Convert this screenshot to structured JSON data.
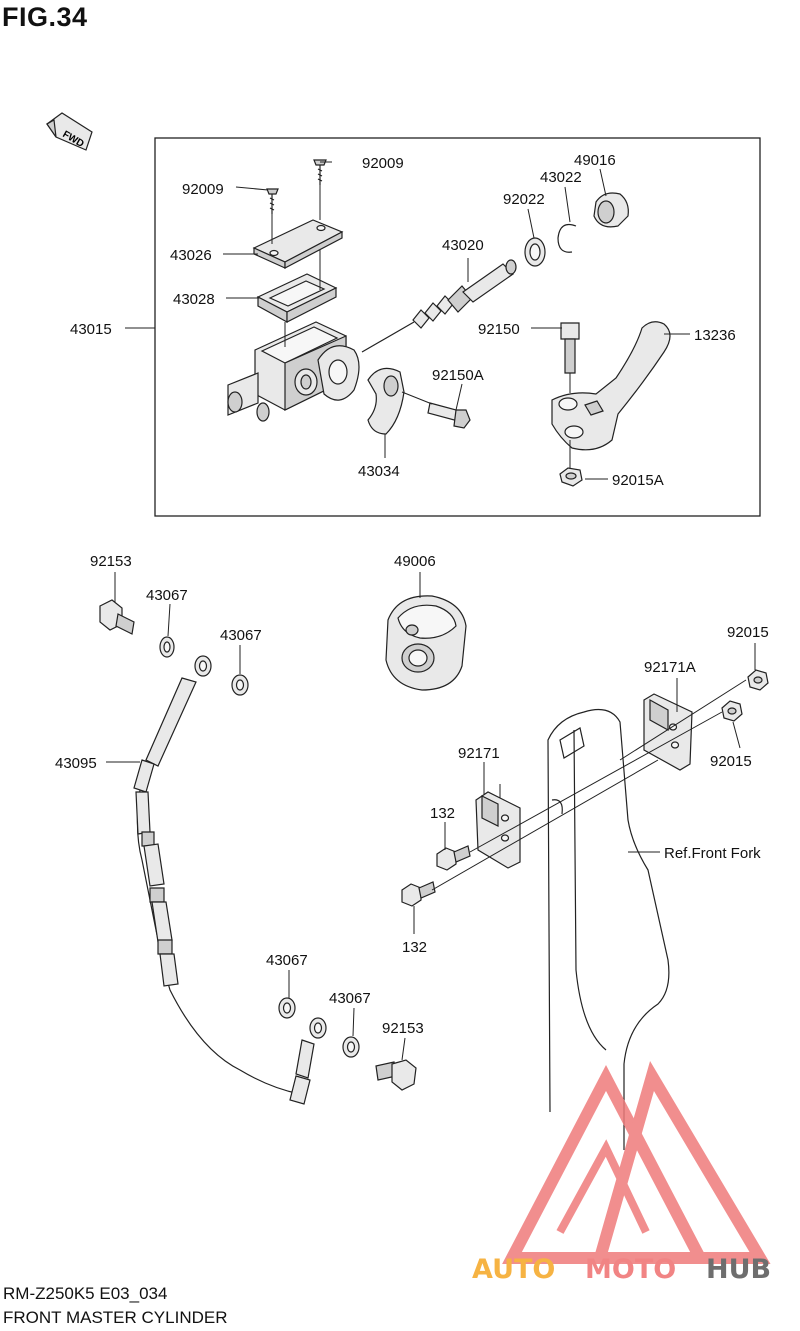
{
  "figure": {
    "title": "FIG.34",
    "model_code": "RM-Z250K5 E03_034",
    "caption": "FRONT MASTER CYLINDER",
    "direction_badge": "FWD"
  },
  "labels": {
    "l_92009_a": "92009",
    "l_92009_b": "92009",
    "l_43026": "43026",
    "l_43028": "43028",
    "l_43015": "43015",
    "l_43020": "43020",
    "l_92022": "92022",
    "l_43022": "43022",
    "l_49016": "49016",
    "l_92150": "92150",
    "l_13236": "13236",
    "l_92150A": "92150A",
    "l_43034": "43034",
    "l_92015A": "92015A",
    "l_92153_a": "92153",
    "l_43067_a": "43067",
    "l_43067_b": "43067",
    "l_43095": "43095",
    "l_49006": "49006",
    "l_92015_a": "92015",
    "l_92171A": "92171A",
    "l_92015_b": "92015",
    "l_92171": "92171",
    "l_132_a": "132",
    "l_132_b": "132",
    "l_ref_fork": "Ref.Front Fork",
    "l_43067_c": "43067",
    "l_43067_d": "43067",
    "l_92153_b": "92153"
  },
  "watermark": {
    "part1": "AUTO",
    "part2": "MOTO",
    "part3": "HUB",
    "colors": {
      "auto": "#f5a623",
      "moto": "#ef6f6f",
      "hub": "#555555",
      "triangle": "#ef7b7b"
    }
  }
}
